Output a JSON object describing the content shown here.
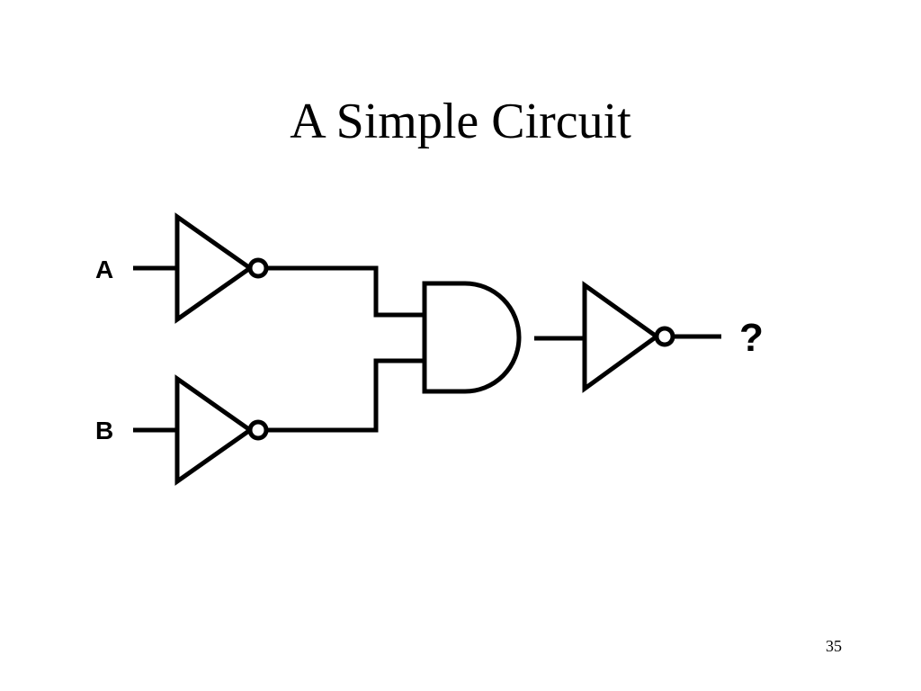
{
  "slide": {
    "title": "A Simple Circuit",
    "page_number": "35"
  },
  "diagram": {
    "input_a_label": "A",
    "input_b_label": "B",
    "output_label": "?",
    "gates": [
      "NOT",
      "NOT",
      "AND",
      "NOT"
    ]
  }
}
